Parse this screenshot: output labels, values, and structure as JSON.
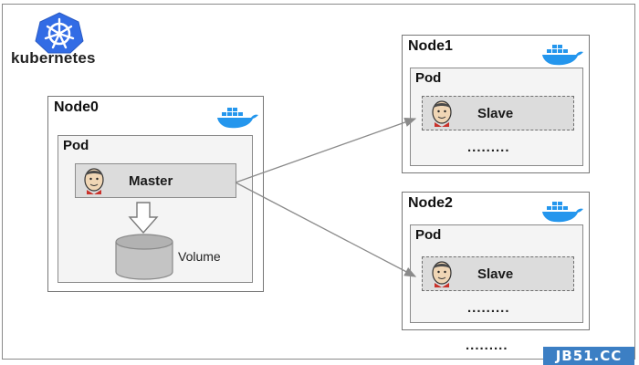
{
  "brand": {
    "name": "kubernetes",
    "icon": "kubernetes-helm-icon",
    "color": "#326ce5"
  },
  "nodes": [
    {
      "label": "Node0",
      "pod_label": "Pod",
      "agent_label": "Master"
    },
    {
      "label": "Node1",
      "pod_label": "Pod",
      "agent_label": "Slave",
      "more": "........."
    },
    {
      "label": "Node2",
      "pod_label": "Pod",
      "agent_label": "Slave",
      "more": "........."
    }
  ],
  "volume_label": "Volume",
  "trailing_dots": ".........",
  "watermark": "JB51.CC",
  "colors": {
    "docker": "#2496ed",
    "agent_fill": "#dcdcdc",
    "arrow": "#8a8a8a"
  }
}
